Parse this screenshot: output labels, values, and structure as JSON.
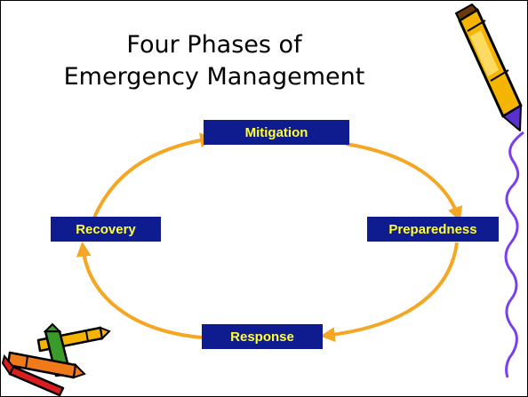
{
  "title": {
    "line1": "Four Phases of",
    "line2": "Emergency Management"
  },
  "phases": {
    "mitigation": "Mitigation",
    "preparedness": "Preparedness",
    "response": "Response",
    "recovery": "Recovery"
  },
  "colors": {
    "box_fill": "#0f1c8f",
    "box_text": "#ffff33",
    "arrow": "#f5a623",
    "squiggle": "#7a3ff0"
  },
  "icons": {
    "top_right": "crayon-icon",
    "bottom_left": "crayons-bundle-icon"
  }
}
